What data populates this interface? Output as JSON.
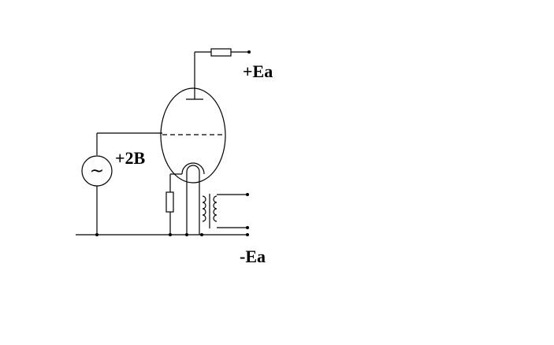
{
  "labels": {
    "plus_ea": "+Ea",
    "minus_ea": "-Ea",
    "grid_bias": "+2B",
    "source_symbol": "~"
  },
  "colors": {
    "background": "#ffffff",
    "line": "#000000"
  }
}
